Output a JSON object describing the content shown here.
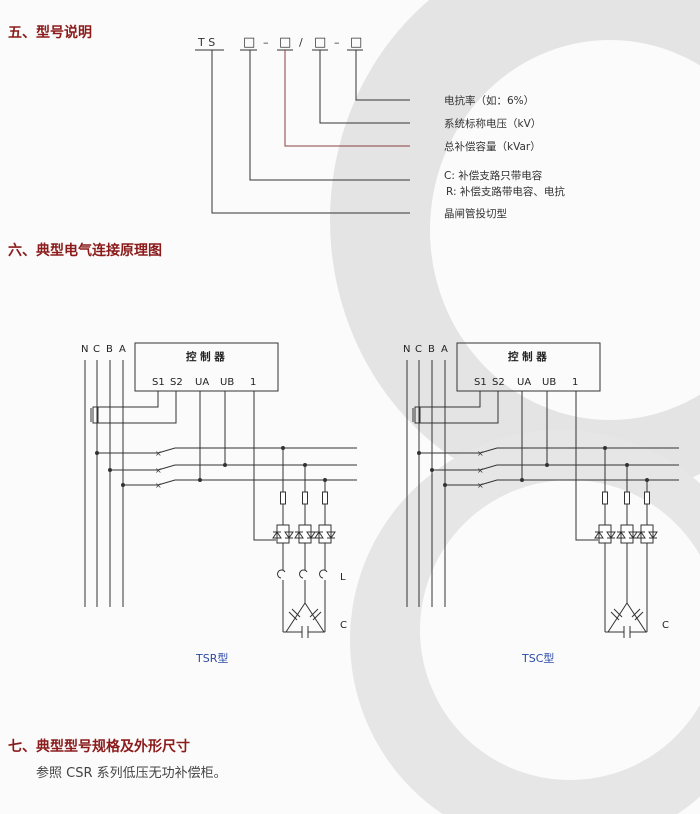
{
  "section5": {
    "title": "五、型号说明",
    "model": {
      "prefix": "T S",
      "b1": "□",
      "d1": "–",
      "b2": "□",
      "slash": "/",
      "b3": "□",
      "d2": "–",
      "b4": "□"
    },
    "items": [
      "电抗率（如：6%）",
      "系统标称电压（kV）",
      "总补偿容量（kVar）",
      "C: 补偿支路只带电容",
      "R: 补偿支路带电容、电抗",
      "晶闸管投切型"
    ]
  },
  "section6": {
    "title": "六、典型电气连接原理图",
    "diagrams": [
      {
        "caption": "TSR型",
        "controller": "控 制 器",
        "terminals": [
          "S1",
          "S2",
          "UA",
          "UB",
          "1"
        ],
        "phases": [
          "N",
          "C",
          "B",
          "A"
        ],
        "L": "L",
        "C": "C"
      },
      {
        "caption": "TSC型",
        "controller": "控 制 器",
        "terminals": [
          "S1",
          "S2",
          "UA",
          "UB",
          "1"
        ],
        "phases": [
          "N",
          "C",
          "B",
          "A"
        ],
        "C": "C"
      }
    ]
  },
  "section7": {
    "title": "七、典型型号规格及外形尺寸",
    "text": "参照 CSR 系列低压无功补偿柜。"
  }
}
